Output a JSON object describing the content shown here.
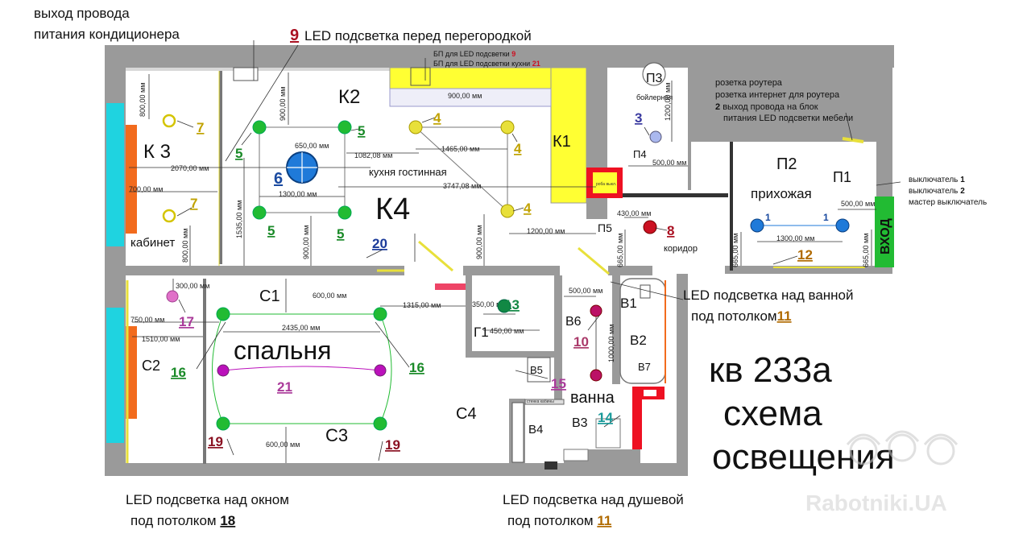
{
  "callouts": {
    "ac_wire_line1": "выход провода",
    "ac_wire_line2": "питания кондиционера",
    "led_partition_num": "9",
    "led_partition_text": "LED подсветка перед перегородкой",
    "psu_line1": "БП для LED подсветки",
    "psu_line1_num": "9",
    "psu_line2": "БП для LED подсветки кухни",
    "psu_line2_num": "21",
    "router_line1": "розетка роутера",
    "router_line2": "розетка интернет для роутера",
    "router_line3_num": "2",
    "router_line3": "выход провода на блок",
    "router_line4": "питания LED подсветки мебели",
    "switch_line1": "выключатель",
    "switch_line1_num": "1",
    "switch_line2": "выключатель",
    "switch_line2_num": "2",
    "switch_line3": "мастер выключатель",
    "led_bath_line1": "LED подсветка над ванной",
    "led_bath_line2": "под потолком",
    "led_bath_num": "11",
    "led_window_line1": "LED подсветка над окном",
    "led_window_line2": "под потолком",
    "led_window_num": "18",
    "led_shower_line1": "LED подсветка над душевой",
    "led_shower_line2": "под потолком",
    "led_shower_num": "11"
  },
  "title": {
    "line1": "кв 233а",
    "line2": "схема",
    "line3": "освещения"
  },
  "watermark": "Rabotniki.UA",
  "rooms": {
    "k2": "К2",
    "k3": "К 3",
    "k1": "К1",
    "k4": "К4",
    "kitchen_living": "кухня гостинная",
    "cabinet": "кабинет",
    "c1": "С1",
    "c2": "С2",
    "c3": "С3",
    "c4": "С4",
    "bedroom": "спальня",
    "p1": "П1",
    "p2": "П2",
    "p3": "П3",
    "p4": "П4",
    "p5": "П5",
    "hallway": "прихожая",
    "corridor": "коридор",
    "boiler": "бойлерная",
    "b1": "В1",
    "b2": "В2",
    "b3": "В3",
    "b4": "В4",
    "b5": "В5",
    "b6": "В6",
    "b7": "В7",
    "g1": "Г1",
    "bath": "ванна",
    "entrance": "ВХОД",
    "switch_box": "роба выкл."
  },
  "dimensions": {
    "d800_top": "800,00 мм",
    "d900_top": "900,00 мм",
    "d650": "650,00 мм",
    "d1082": "1082,08 мм",
    "d1465": "1465,00 мм",
    "d2070": "2070,00 мм",
    "d700": "700,00 мм",
    "d1300_k": "1300,00 мм",
    "d3747": "3747,08 мм",
    "d1535": "1535,00 мм",
    "d900_k": "900,00 мм",
    "d800_cab": "800,00 мм",
    "d900_kitchen": "900,00 мм",
    "d1200_kitchen": "1200,00 мм",
    "d900_counter": "900,00 мм",
    "d1200_boiler": "1200,00 мм",
    "d500_boiler": "500,00 мм",
    "d430": "430,00 мм",
    "d665_a": "665,00 мм",
    "d665_b": "665,00 мм",
    "d665_c": "665,00 мм",
    "d500_hall": "500,00 мм",
    "d1300_hall": "1300,00 мм",
    "d300": "300,00 мм",
    "d750": "750,00 мм",
    "d1510": "1510,00 мм",
    "d600_bed": "600,00 мм",
    "d1315": "1315,00 мм",
    "d2435": "2435,00 мм",
    "d600_bed_bottom": "600,00 мм",
    "d350": "350,00 мм",
    "d450": "450,00 мм",
    "d500_bath": "500,00 мм",
    "d1000_bath": "1000,00 мм",
    "shower_label": "стенка кабины"
  },
  "legend_numbers": {
    "n7a": "7",
    "n7b": "7",
    "n5a": "5",
    "n5b": "5",
    "n5c": "5",
    "n5d": "5",
    "n6": "6",
    "n4a": "4",
    "n4b": "4",
    "n4c": "4",
    "n3": "3",
    "n8": "8",
    "n20": "20",
    "n12": "12",
    "n1a": "1",
    "n1b": "1",
    "n13": "13",
    "n17": "17",
    "n16a": "16",
    "n16b": "16",
    "n21": "21",
    "n19a": "19",
    "n19b": "19",
    "n10": "10",
    "n15": "15",
    "n14": "14"
  },
  "colors": {
    "wall": "#9a9a9a",
    "window": "#1fd3e0",
    "heater": "#f26b1d",
    "kitchen": "#ffff33",
    "entrance": "#22bb33",
    "lamp_green": "#22bb33",
    "lamp_yellow": "#e8e03a",
    "lamp_blue": "#1f7ad9",
    "lamp_red": "#cc1122",
    "lamp_magenta": "#bb11bb",
    "lamp_pink": "#e070c8",
    "red_box": "#ee1122"
  }
}
